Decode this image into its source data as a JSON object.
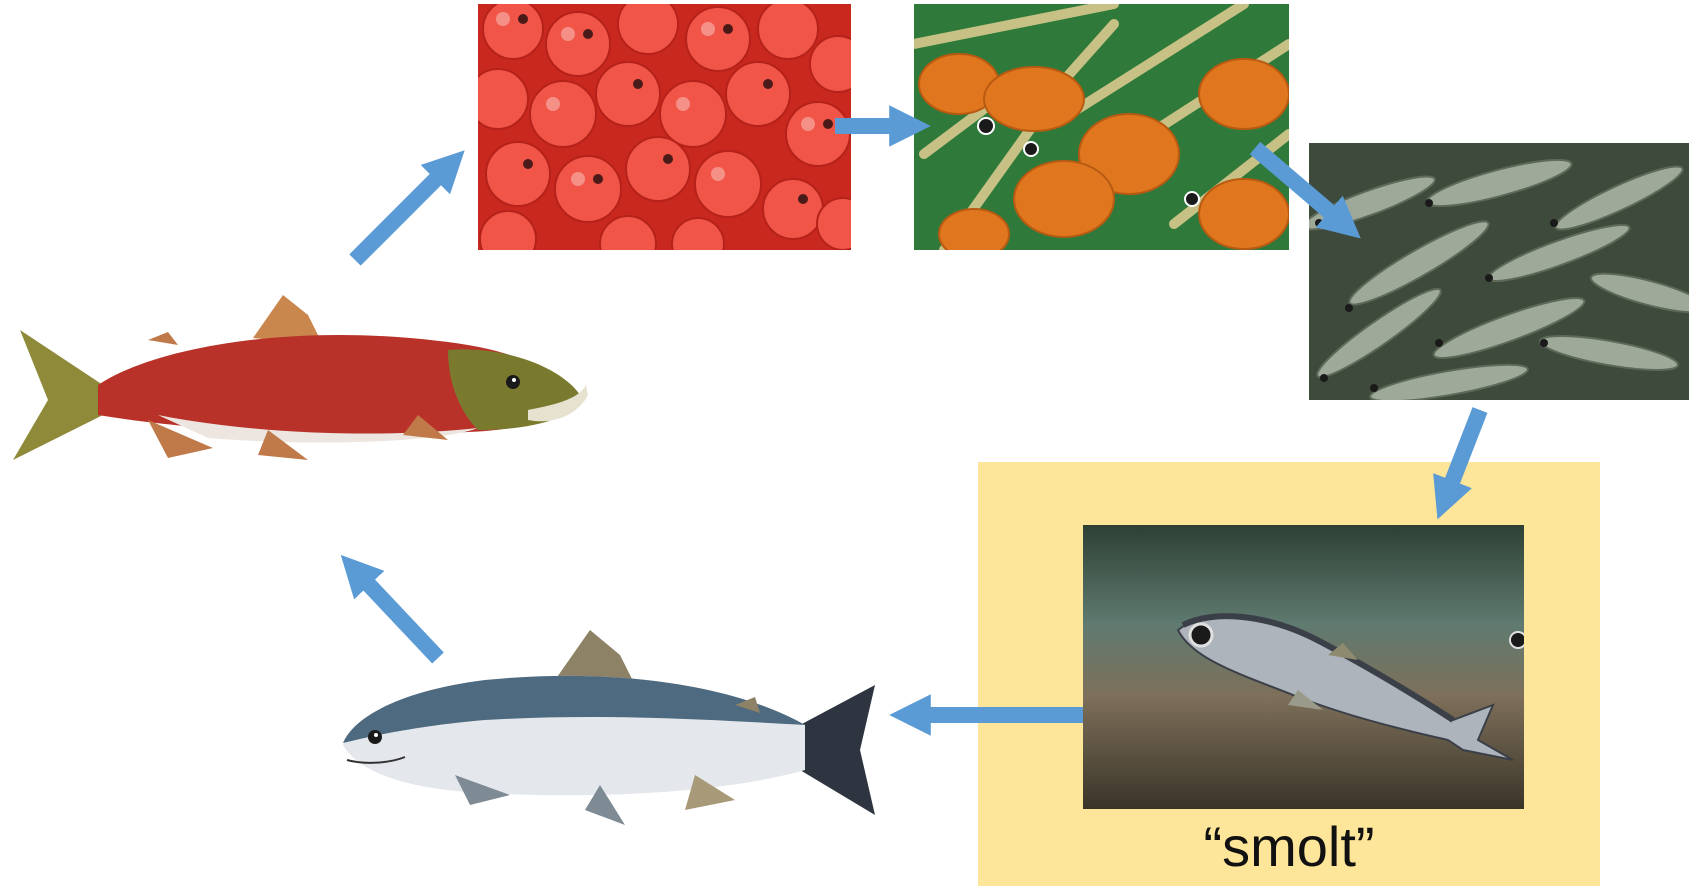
{
  "smolt_label": "“smolt”",
  "colors": {
    "arrow": "#5B9BD5",
    "highlight": "#FDE59A",
    "spawning_body": "#B8322A",
    "spawning_head": "#7A7A2E",
    "ocean_back": "#4E6A80",
    "ocean_belly": "#E4E8EC",
    "egg": "#E8463A",
    "alevin_water": "#2F7A3A",
    "fry_background": "#3E4A3C"
  },
  "stages": [
    {
      "name": "eggs"
    },
    {
      "name": "alevin"
    },
    {
      "name": "fry"
    },
    {
      "name": "smolt"
    },
    {
      "name": "ocean-adult"
    },
    {
      "name": "spawning-adult"
    }
  ]
}
